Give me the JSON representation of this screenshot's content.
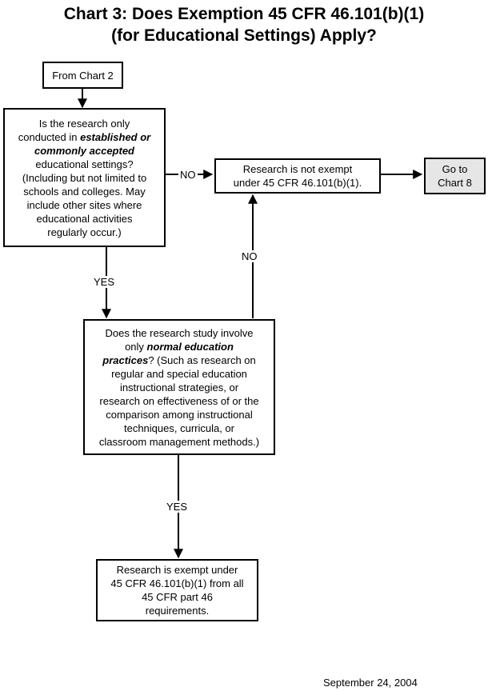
{
  "title": {
    "line1": "Chart 3:  Does Exemption 45 CFR 46.101(b)(1)",
    "line2": "(for Educational Settings) Apply?"
  },
  "nodes": {
    "from_chart": {
      "text": "From Chart 2"
    },
    "q1": {
      "l1": "Is the research only",
      "l2a": "conducted in ",
      "l2b": "established or",
      "l3": "commonly accepted",
      "l4": "educational settings?",
      "l5": "(Including but not limited to",
      "l6": "schools and colleges.   May",
      "l7": "include other sites where",
      "l8": "educational activities",
      "l9": "regularly occur.)"
    },
    "not_exempt": {
      "l1": "Research is not exempt",
      "l2": "under 45 CFR 46.101(b)(1)."
    },
    "go_to": {
      "l1": "Go to",
      "l2": "Chart 8"
    },
    "q2": {
      "l1": "Does the research study involve",
      "l2a": "only ",
      "l2b": "normal education",
      "l3a": "practices",
      "l3b": "?  (Such as research on",
      "l4": "regular and special education",
      "l5": "instructional strategies, or",
      "l6": "research on effectiveness of or the",
      "l7": "comparison among instructional",
      "l8": "techniques, curricula, or",
      "l9": "classroom management methods.)"
    },
    "exempt": {
      "l1": "Research is exempt under",
      "l2": "45 CFR 46.101(b)(1) from all",
      "l3": "45 CFR part 46",
      "l4": "requirements."
    }
  },
  "edge_labels": {
    "q1_no": "NO",
    "q1_yes": "YES",
    "q2_no": "NO",
    "q2_yes": "YES"
  },
  "footer": {
    "date": "September 24, 2004"
  }
}
